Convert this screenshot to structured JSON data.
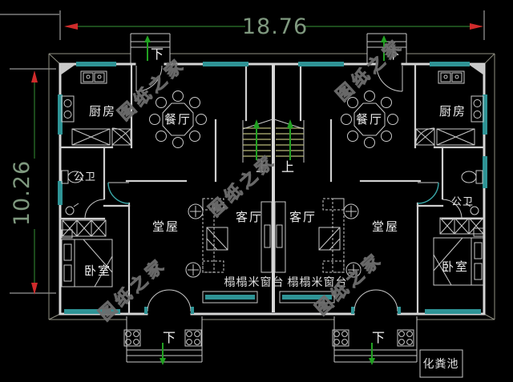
{
  "dimensions": {
    "width": "18.76",
    "depth": "10.26"
  },
  "rooms": {
    "kitchen": "厨房",
    "dining": "餐厅",
    "public_bath": "公卫",
    "main_hall": "堂屋",
    "living_room": "客厅",
    "bedroom": "卧室"
  },
  "annotations": {
    "up": "上",
    "down": "下",
    "bay_window": "榻榻米窗台",
    "septic_tank": "化粪池"
  },
  "watermark": {
    "text": "图纸之家"
  },
  "colors": {
    "background": "#000000",
    "wall": "#d6d6d6",
    "window_teal": "#2f9496",
    "dimension_line": "#2c7a2c",
    "dimension_text": "#7f997f",
    "arrow_red": "#cf2b2b",
    "stair_arrow_green": "#21a121",
    "stair_step_yellow": "#b9b97a",
    "watermark_gray": "#6e6e6e"
  }
}
